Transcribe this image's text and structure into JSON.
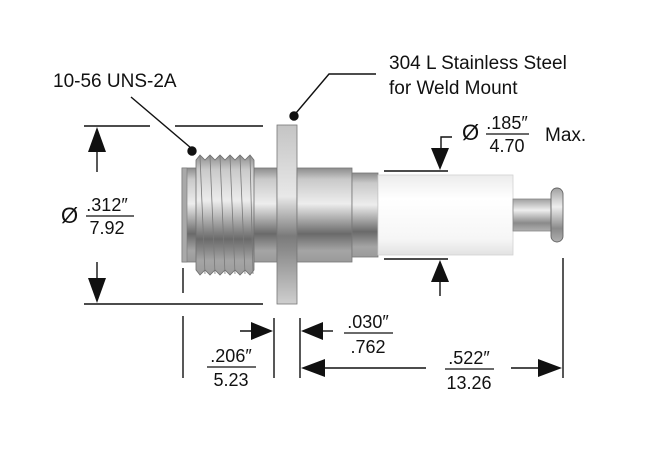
{
  "callouts": {
    "thread": "10-56 UNS-2A",
    "material_line1": "304 L Stainless Steel",
    "material_line2": "for Weld Mount"
  },
  "dimensions": {
    "outer_diameter": {
      "symbol": "Ø",
      "inch": ".312″",
      "mm": "7.92"
    },
    "insulator_diameter": {
      "symbol": "Ø",
      "inch": ".185″",
      "mm": "4.70",
      "qualifier": "Max."
    },
    "thread_length": {
      "inch": ".206″",
      "mm": "5.23"
    },
    "flange_thickness": {
      "inch": ".030″",
      "mm": ".762"
    },
    "insulator_length": {
      "inch": ".522″",
      "mm": "13.26"
    }
  },
  "colors": {
    "metal_dark": "#6e6e6e",
    "metal_mid": "#a8a8a8",
    "metal_light": "#e6e6e6",
    "insulator": "#f4f4f4",
    "line": "#111111"
  }
}
